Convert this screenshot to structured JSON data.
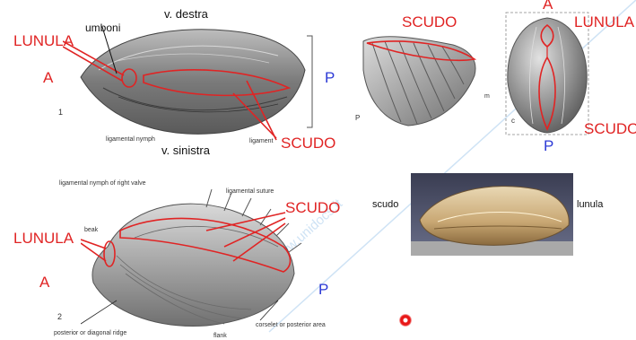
{
  "labels": {
    "v_destra": "v. destra",
    "v_sinistra": "v. sinistra",
    "umboni": "umboni",
    "lunula_tl": "LUNULA",
    "a_tl": "A",
    "p_tl": "P",
    "scudo_tl": "SCUDO",
    "fig1_num": "1",
    "fig1_ligamental_nymph": "ligamental nymph",
    "fig1_ligament": "ligament",
    "scudo_tr": "SCUDO",
    "a_tr": "A",
    "lunula_tr": "LUNULA",
    "scudo_tr2": "SCUDO",
    "p_tr": "P",
    "tr_small_c": "c",
    "tr_small_p": "P",
    "tr_small_m": "m",
    "lunula_bl": "LUNULA",
    "scudo_bl": "SCUDO",
    "a_bl": "A",
    "p_bl": "P",
    "fig2_num": "2",
    "fig2_nymph": "ligamental nymph of right valve",
    "fig2_suture": "ligamental suture",
    "fig2_beak": "beak",
    "fig2_ridge": "posterior or diagonal ridge",
    "fig2_flank": "flank",
    "fig2_corselet": "corselet or posterior area",
    "photo_scudo": "scudo",
    "photo_lunula": "lunula",
    "watermark": "www.unidocs.it"
  },
  "colors": {
    "annotation_red": "#e02424",
    "direction_blue": "#2d3bd6"
  }
}
